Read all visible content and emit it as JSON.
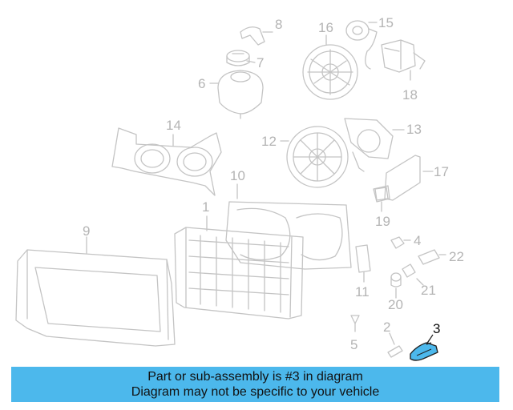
{
  "diagram": {
    "callouts": {
      "c1": "1",
      "c2": "2",
      "c3": "3",
      "c4": "4",
      "c5": "5",
      "c6": "6",
      "c7": "7",
      "c8": "8",
      "c9": "9",
      "c10": "10",
      "c11": "11",
      "c12": "12",
      "c13": "13",
      "c14": "14",
      "c15": "15",
      "c16": "16",
      "c17": "17",
      "c18": "18",
      "c19": "19",
      "c20": "20",
      "c21": "21",
      "c22": "22"
    },
    "highlight_part": "3",
    "colors": {
      "line": "#c4c4c4",
      "highlight_fill": "#4cb8ec",
      "highlight_stroke": "#222222"
    }
  },
  "banner": {
    "line1": "Part or sub-assembly is #3 in diagram",
    "line2": "Diagram may not be specific to your vehicle",
    "color": "#4cb8ec"
  }
}
